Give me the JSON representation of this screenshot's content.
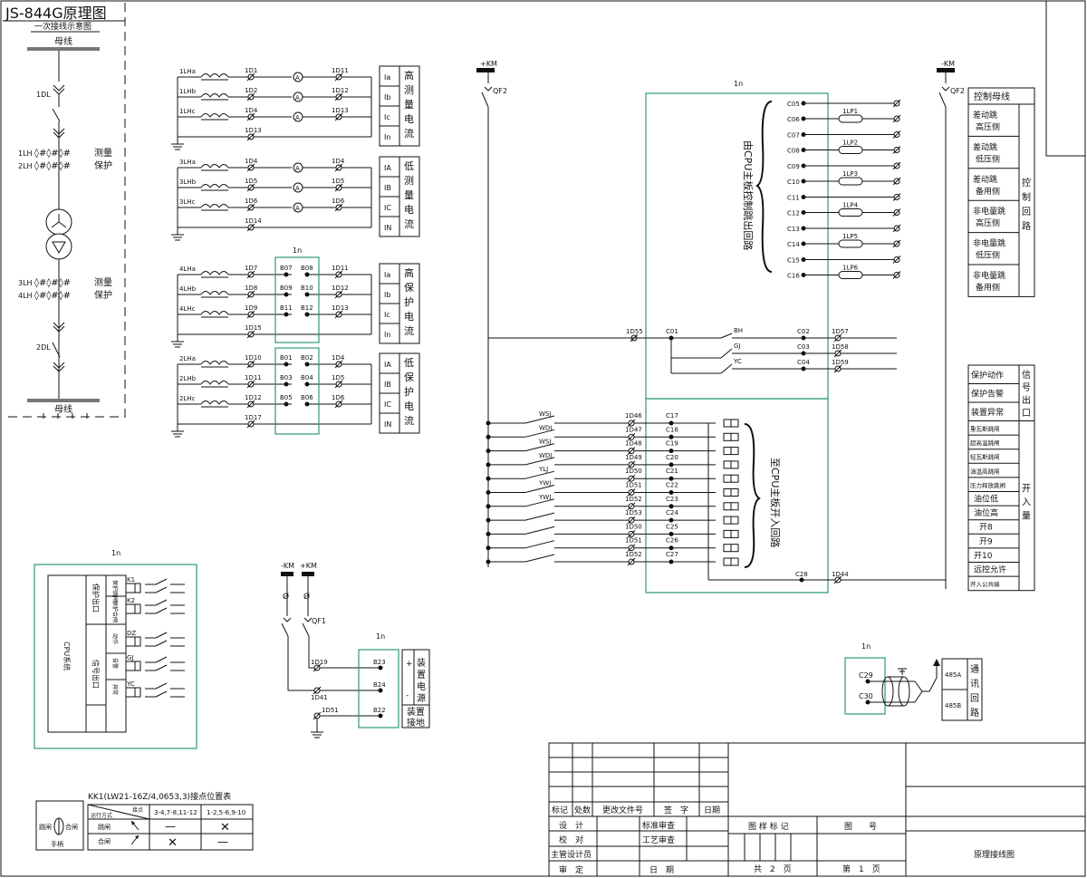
{
  "title": "JS-844G原理图",
  "primary": {
    "subtitle": "一次接线示意图",
    "bus_top": "母线",
    "bus_bottom": "母线",
    "breaker1": "1DL",
    "breaker2": "2DL",
    "ct_rows": [
      {
        "code": "1LH",
        "name": "测量"
      },
      {
        "code": "2LH",
        "name": "保护"
      },
      {
        "code": "3LH",
        "name": "测量"
      },
      {
        "code": "4LH",
        "name": "保护"
      }
    ]
  },
  "ac_groups": [
    {
      "inputs": [
        "1LHa",
        "1LHb",
        "1LHc"
      ],
      "mid": [
        "1D1",
        "1D2",
        "1D4"
      ],
      "right": [
        "1D11",
        "1D12",
        "1D13"
      ],
      "neutral": "1D13",
      "labels": [
        "Ia",
        "Ib",
        "Ic",
        "In"
      ],
      "title": [
        "高",
        "测",
        "量",
        "电",
        "流"
      ]
    },
    {
      "inputs": [
        "3LHa",
        "3LHb",
        "3LHc"
      ],
      "mid": [
        "1D4",
        "1D5",
        "1D6"
      ],
      "right": [
        "1D4",
        "1D5",
        "1D6"
      ],
      "neutral": "1D14",
      "labels": [
        "IA",
        "IB",
        "IC",
        "IN"
      ],
      "title": [
        "低",
        "测",
        "量",
        "电",
        "流"
      ]
    },
    {
      "inputs": [
        "4LHa",
        "4LHb",
        "4LHc"
      ],
      "mid": [
        "1D7",
        "1D8",
        "1D9"
      ],
      "terms": [
        [
          "B07",
          "B08"
        ],
        [
          "B09",
          "B10"
        ],
        [
          "B11",
          "B12"
        ]
      ],
      "right": [
        "1D11",
        "1D12",
        "1D13"
      ],
      "neutral": "1D15",
      "labels": [
        "Ia",
        "Ib",
        "Ic",
        "In"
      ],
      "title": [
        "高",
        "保",
        "护",
        "电",
        "流"
      ]
    },
    {
      "inputs": [
        "2LHa",
        "2LHb",
        "2LHc"
      ],
      "mid": [
        "1D10",
        "1D11",
        "1D12"
      ],
      "terms": [
        [
          "B01",
          "B02"
        ],
        [
          "B03",
          "B04"
        ],
        [
          "B05",
          "B06"
        ]
      ],
      "right": [
        "1D4",
        "1D5",
        "1D6"
      ],
      "neutral": "1D17",
      "labels": [
        "IA",
        "IB",
        "IC",
        "IN"
      ],
      "title": [
        "低",
        "保",
        "护",
        "电",
        "流"
      ]
    }
  ],
  "module_1n": "1n",
  "control": {
    "bus_pos": "+KM",
    "bus_neg": "-KM",
    "switch": "QF2",
    "vert_label": "由CPU主板控制跳出回路",
    "outputs": [
      {
        "c1": "C05",
        "c2": "C06",
        "lp": "1LP1"
      },
      {
        "c1": "C07",
        "c2": "C08",
        "lp": "1LP2"
      },
      {
        "c1": "C09",
        "c2": "C10",
        "lp": "1LP3"
      },
      {
        "c1": "C11",
        "c2": "C12",
        "lp": "1LP4"
      },
      {
        "c1": "C13",
        "c2": "C14",
        "lp": "1LP5"
      },
      {
        "c1": "C15",
        "c2": "C16",
        "lp": "1LP6"
      }
    ],
    "signal": {
      "left_term": "1D55",
      "common": "C01",
      "rows": [
        {
          "contact": "BH",
          "c": "C02",
          "d": "1D57"
        },
        {
          "contact": "GJ",
          "c": "C03",
          "d": "1D58"
        },
        {
          "contact": "YC",
          "c": "C04",
          "d": "1D59"
        }
      ]
    },
    "inputs_label": "至CPU主板开入回路",
    "inputs": [
      {
        "sw": "WSJ",
        "d": "1D46",
        "c": "C17"
      },
      {
        "sw": "WDJ",
        "d": "1D47",
        "c": "C18"
      },
      {
        "sw": "WSJ",
        "d": "1D48",
        "c": "C19"
      },
      {
        "sw": "WDJ",
        "d": "1D49",
        "c": "C20"
      },
      {
        "sw": "YLJ",
        "d": "1D50",
        "c": "C21"
      },
      {
        "sw": "YWJ",
        "d": "1D51",
        "c": "C22"
      },
      {
        "sw": "YWJ",
        "d": "1D52",
        "c": "C23"
      },
      {
        "sw": "",
        "d": "1D53",
        "c": "C24"
      },
      {
        "sw": "",
        "d": "1D50",
        "c": "C25"
      },
      {
        "sw": "",
        "d": "1D51",
        "c": "C26"
      },
      {
        "sw": "",
        "d": "1D52",
        "c": "C27"
      }
    ],
    "common_in": {
      "c": "C28",
      "d": "1D44"
    }
  },
  "right_table": {
    "header": "控制母线",
    "group1_side": [
      "控",
      "制",
      "回",
      "路"
    ],
    "group1": [
      [
        "差动跳",
        "高压侧"
      ],
      [
        "差动跳",
        "低压侧"
      ],
      [
        "差动跳",
        "备用侧"
      ],
      [
        "非电量跳",
        "高压侧"
      ],
      [
        "非电量跳",
        "低压侧"
      ],
      [
        "非电量跳",
        "备用侧"
      ]
    ],
    "group2_side": [
      "信",
      "号",
      "出",
      "口"
    ],
    "group2": [
      "保护动作",
      "保护告警",
      "装置异常"
    ],
    "group3_side": [
      "开",
      "入",
      "量"
    ],
    "group3": [
      "重瓦斯跳闸",
      "超高温跳闸",
      "轻瓦斯跳闸",
      "油温高跳闸",
      "压力释放跳闸",
      "油位低",
      "油位高",
      "开8",
      "开9",
      "开10",
      "远控允许",
      "开入公共端"
    ]
  },
  "cpu_box": {
    "label": "CPU系统",
    "protect_out": "保护出口",
    "signal_out": "信号出口",
    "relays": [
      {
        "k": "K1",
        "name": "保护跳闸"
      },
      {
        "k": "K2",
        "name": "保护合闸"
      },
      {
        "k": "DZ",
        "name": "动作"
      },
      {
        "k": "GJ",
        "name": "告警"
      },
      {
        "k": "YC",
        "name": "异常"
      }
    ]
  },
  "power": {
    "neg": "-KM",
    "pos": "+KM",
    "switch": "QF1",
    "rows": [
      {
        "d": "1D19",
        "b": "B23",
        "sign": "+"
      },
      {
        "d": "1D41",
        "b": "B24",
        "sign": "-"
      },
      {
        "d": "1D51",
        "b": "B22",
        "sign": ""
      }
    ],
    "supply_label": [
      "装",
      "置",
      "电",
      "源"
    ],
    "ground_label": [
      "装置",
      "接地"
    ]
  },
  "comm": {
    "c1": "C29",
    "c2": "C30",
    "p1": "485A",
    "p2": "485B",
    "side": [
      "通",
      "讯",
      "回",
      "路"
    ]
  },
  "kk1": {
    "title": "KK1(LW21-16Z/4,0653,3)接点位置表",
    "trip": "跳闸",
    "close": "合闸",
    "handle": "手柄",
    "col0_top": "接点",
    "col0_bottom": "运行方式",
    "col1": "3-4,7-8,11-12",
    "col2": "1-2,5-6,9-10",
    "rows": [
      {
        "mode": "跳闸",
        "c1": "—",
        "c2": "✕"
      },
      {
        "mode": "合闸",
        "c1": "✕",
        "c2": "—"
      }
    ]
  },
  "title_block": {
    "rev_headers": [
      "标记",
      "处数",
      "更改文件号",
      "签　字",
      "日期"
    ],
    "design": "设　计",
    "check": "校　对",
    "chief": "主管设计员",
    "approve": "审　定",
    "std_review": "标准审查",
    "proc_review": "工艺审查",
    "date": "日　期",
    "mark": "图 样 标 记",
    "drawing_no": "图　　号",
    "total": "共　2　页",
    "page": "第　1　页",
    "drawing_name": "原理接线图"
  }
}
